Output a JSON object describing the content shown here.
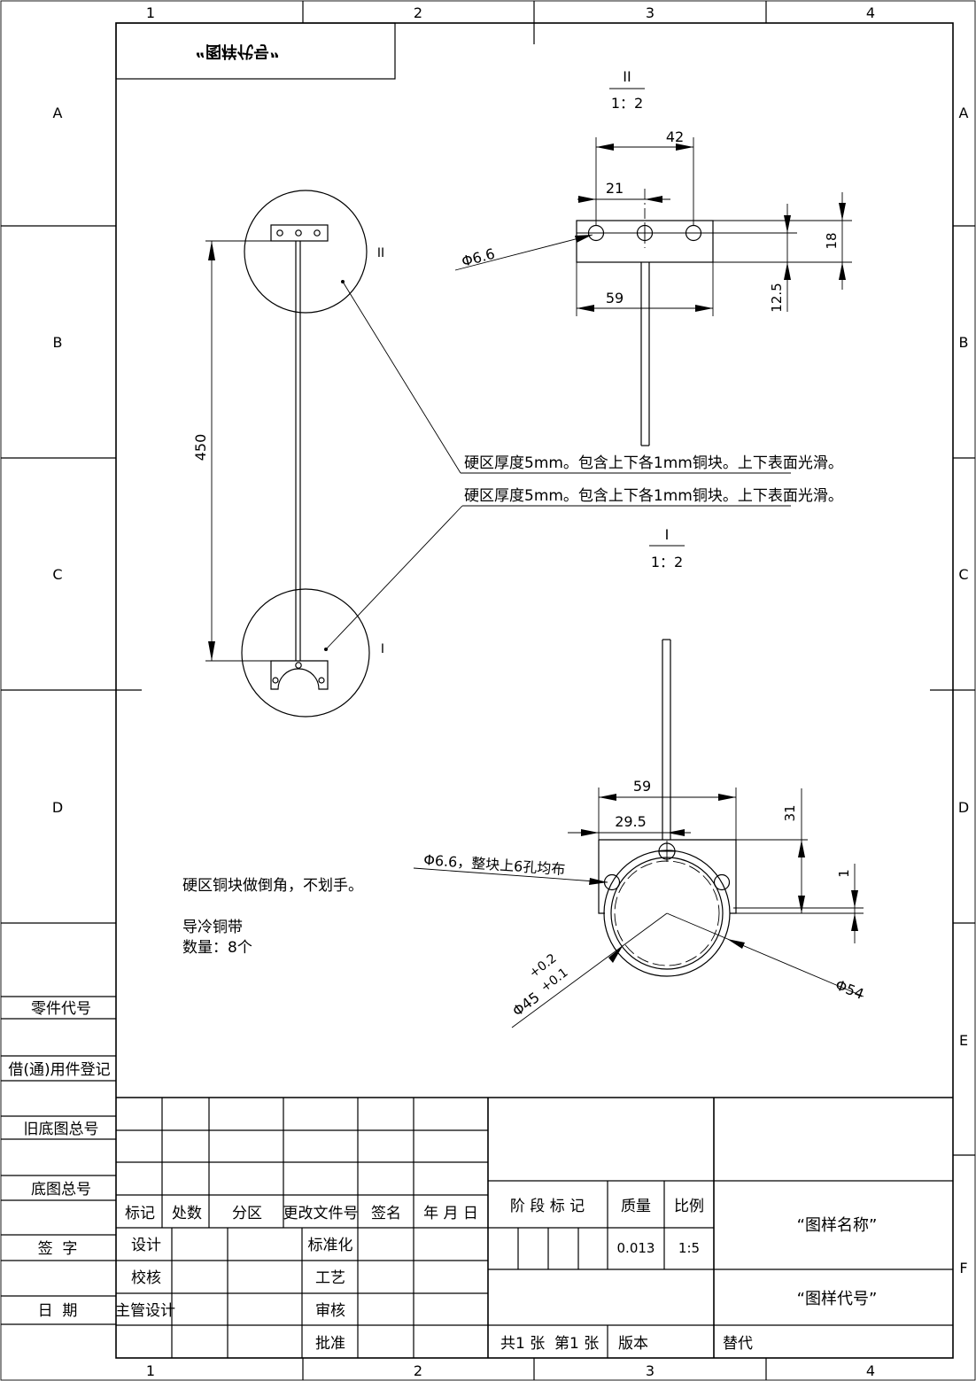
{
  "frame": {
    "columns": [
      "1",
      "2",
      "3",
      "4"
    ],
    "rows": [
      "A",
      "B",
      "C",
      "D",
      "E",
      "F"
    ]
  },
  "code_box_mirrored": "“图样代号”",
  "views": {
    "detail_ii": {
      "marker": "II",
      "scale": "1：2",
      "dim_top": "42",
      "dim_21": "21",
      "dim_59": "59",
      "dim_18": "18",
      "dim_12_5": "12.5",
      "hole": "Φ6.6"
    },
    "detail_i": {
      "marker": "I",
      "scale": "1：2",
      "dim_59": "59",
      "dim_29_5": "29.5",
      "dim_31": "31",
      "dim_1": "1",
      "holes_note": "Φ6.6，整块上6孔均布",
      "inner_dia": "Φ45",
      "tol_upper": "+0.2",
      "tol_lower": "+0.1",
      "outer_dia": "Φ54"
    },
    "main_view": {
      "dim_450": "450",
      "marker_top": "II",
      "marker_bottom": "I"
    }
  },
  "notes": {
    "leader_1": "硬区厚度5mm。包含上下各1mm铜块。上下表面光滑。",
    "leader_2": "硬区厚度5mm。包含上下各1mm铜块。上下表面光滑。",
    "chamfer_note": "硬区铜块做倒角，不划手。",
    "strap_name": "导冷铜带",
    "quantity": "数量：8个"
  },
  "side_panel": {
    "part_code": "零件代号",
    "borrowed_reg": "借(通)用件登记",
    "old_base_no": "旧底图总号",
    "base_no": "底图总号",
    "signature": "签  字",
    "date": "日  期"
  },
  "title_block": {
    "h_mark": "标记",
    "h_count": "处数",
    "h_zone": "分区",
    "h_change_doc": "更改文件号",
    "h_sign": "签名",
    "h_date": "年 月 日",
    "design": "设计",
    "check": "校核",
    "chief_design": "主管设计",
    "standardize": "标准化",
    "process": "工艺",
    "review": "审核",
    "approve": "批准",
    "stage_mark": "阶 段 标 记",
    "mass": "质量",
    "scale": "比例",
    "mass_value": "0.013",
    "scale_value": "1:5",
    "sheets": "共1 张  第1 张",
    "version": "版本",
    "replace": "替代",
    "drawing_name": "“图样名称”",
    "drawing_code": "“图样代号”"
  }
}
